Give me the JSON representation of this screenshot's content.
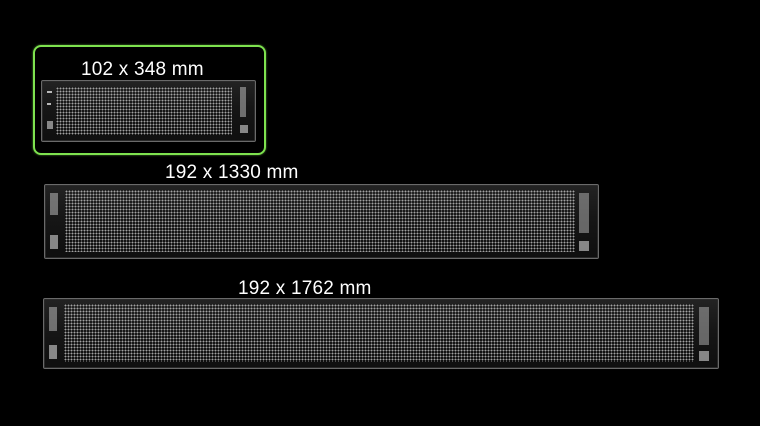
{
  "selection_color": "#7ee24f",
  "options": [
    {
      "label": "102 x 348 mm",
      "selected": true
    },
    {
      "label": "192 x 1330 mm",
      "selected": false
    },
    {
      "label": "192 x 1762 mm",
      "selected": false
    }
  ]
}
